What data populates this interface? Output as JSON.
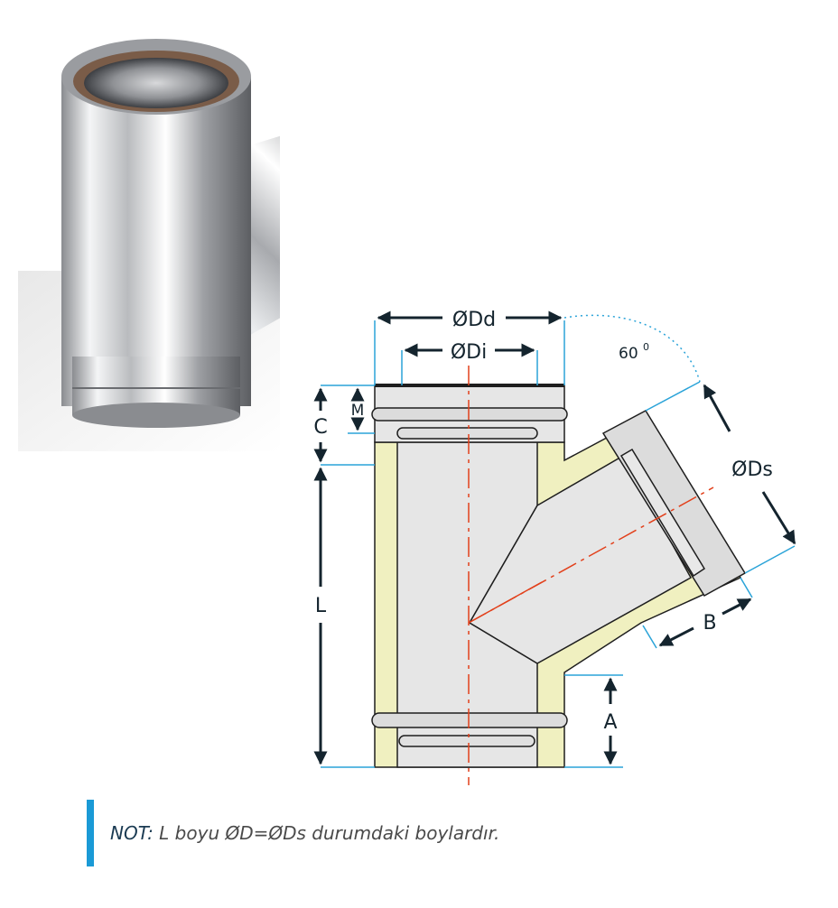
{
  "colors": {
    "accent_blue": "#1a9ad6",
    "dimension_line": "#14242e",
    "extension_line": "#2aa3d8",
    "centerline": "#e2401b",
    "insulation": "#f0f0c0",
    "pipe_fill": "#e6e6e6",
    "outline": "#1e1e1e"
  },
  "product_photo": {
    "icon": "stainless-steel-y-branch-pipe-icon"
  },
  "diagram": {
    "labels": {
      "outer_diameter": "ØDd",
      "inner_diameter": "ØDi",
      "side_diameter": "ØDs",
      "angle_value": "60",
      "angle_unit": "0",
      "c": "C",
      "m": "M",
      "l": "L",
      "a": "A",
      "b": "B"
    }
  },
  "note": {
    "prefix": "NOT:",
    "text": " L boyu ØD=ØDs durumdaki boylardır."
  }
}
